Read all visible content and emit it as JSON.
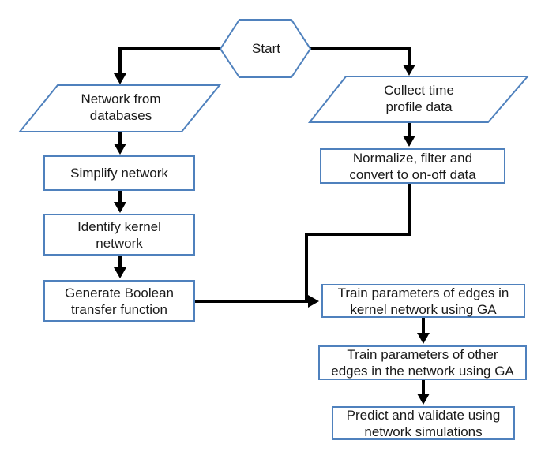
{
  "diagram": {
    "type": "flowchart",
    "colors": {
      "shape_border": "#4f81bd",
      "shape_fill": "#ffffff",
      "arrow": "#000000",
      "text": "#1a1a1a",
      "background": "#ffffff"
    },
    "nodes": {
      "start": {
        "shape": "hexagon",
        "lines": [
          "Start"
        ]
      },
      "network_db": {
        "shape": "parallelogram",
        "lines": [
          "Network from",
          "databases"
        ]
      },
      "simplify": {
        "shape": "rect",
        "lines": [
          "Simplify network"
        ]
      },
      "identify": {
        "shape": "rect",
        "lines": [
          "Identify kernel",
          "network"
        ]
      },
      "generate": {
        "shape": "rect",
        "lines": [
          "Generate Boolean",
          "transfer function"
        ]
      },
      "collect": {
        "shape": "parallelogram",
        "lines": [
          "Collect time",
          "profile data"
        ]
      },
      "normalize": {
        "shape": "rect",
        "lines": [
          "Normalize, filter and",
          "convert to on-off data"
        ]
      },
      "train_kernel": {
        "shape": "rect",
        "lines": [
          "Train parameters of edges in",
          "kernel network using GA"
        ]
      },
      "train_other": {
        "shape": "rect",
        "lines": [
          "Train parameters of other",
          "edges in the network using GA"
        ]
      },
      "predict": {
        "shape": "rect",
        "lines": [
          "Predict and validate using",
          "network simulations"
        ]
      }
    },
    "edges": [
      {
        "from": "start",
        "to": "network_db"
      },
      {
        "from": "start",
        "to": "collect"
      },
      {
        "from": "network_db",
        "to": "simplify"
      },
      {
        "from": "simplify",
        "to": "identify"
      },
      {
        "from": "identify",
        "to": "generate"
      },
      {
        "from": "collect",
        "to": "normalize"
      },
      {
        "from": "normalize",
        "to": "train_kernel"
      },
      {
        "from": "generate",
        "to": "train_kernel"
      },
      {
        "from": "train_kernel",
        "to": "train_other"
      },
      {
        "from": "train_other",
        "to": "predict"
      }
    ]
  }
}
